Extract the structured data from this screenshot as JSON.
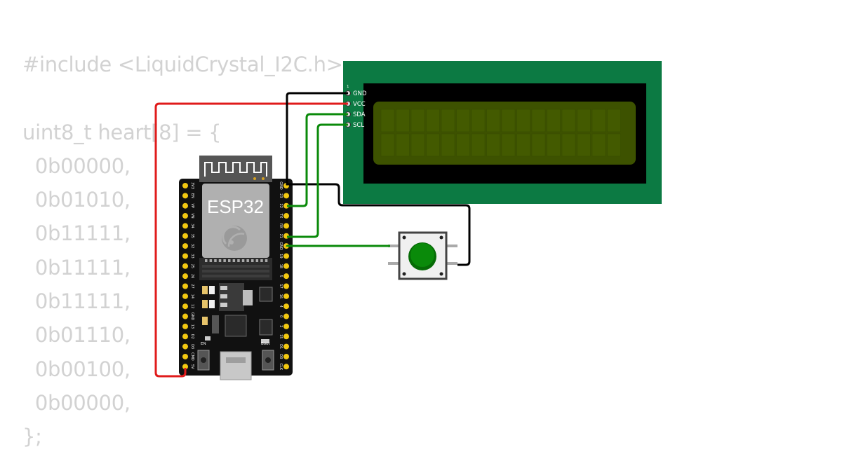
{
  "code_background": {
    "lines": [
      "#include <LiquidCrystal_I2C.h>",
      "",
      "uint8_t heart[8] = {",
      "  0b00000,",
      "  0b01010,",
      "  0b11111,",
      "  0b11111,",
      "  0b11111,",
      "  0b01110,",
      "  0b00100,",
      "  0b00000,",
      "};"
    ]
  },
  "lcd": {
    "pin_number": "1",
    "pins": [
      "GND",
      "VCC",
      "SDA",
      "SCL"
    ]
  },
  "esp32": {
    "label": "ESP32",
    "left_pins": [
      "3V3",
      "EN",
      "VP",
      "VN",
      "34",
      "35",
      "32",
      "33",
      "25",
      "26",
      "27",
      "14",
      "12",
      "GND",
      "13",
      "D2",
      "D3",
      "CMD",
      "5V"
    ],
    "right_pins": [
      "GND",
      "23",
      "22",
      "TX",
      "RX",
      "21",
      "GND",
      "19",
      "18",
      "5",
      "17",
      "16",
      "4",
      "0",
      "2",
      "15",
      "D1",
      "D0",
      "CLK"
    ],
    "en_button_label": "EN",
    "boot_button_label": "Boot"
  },
  "colors": {
    "lcd_board": "#0c7a43",
    "lcd_screen": "#3d5200",
    "wire_red": "#e01b1b",
    "wire_green": "#0a8a0a",
    "wire_black": "#000000",
    "button_cap": "#0a8a0a"
  }
}
